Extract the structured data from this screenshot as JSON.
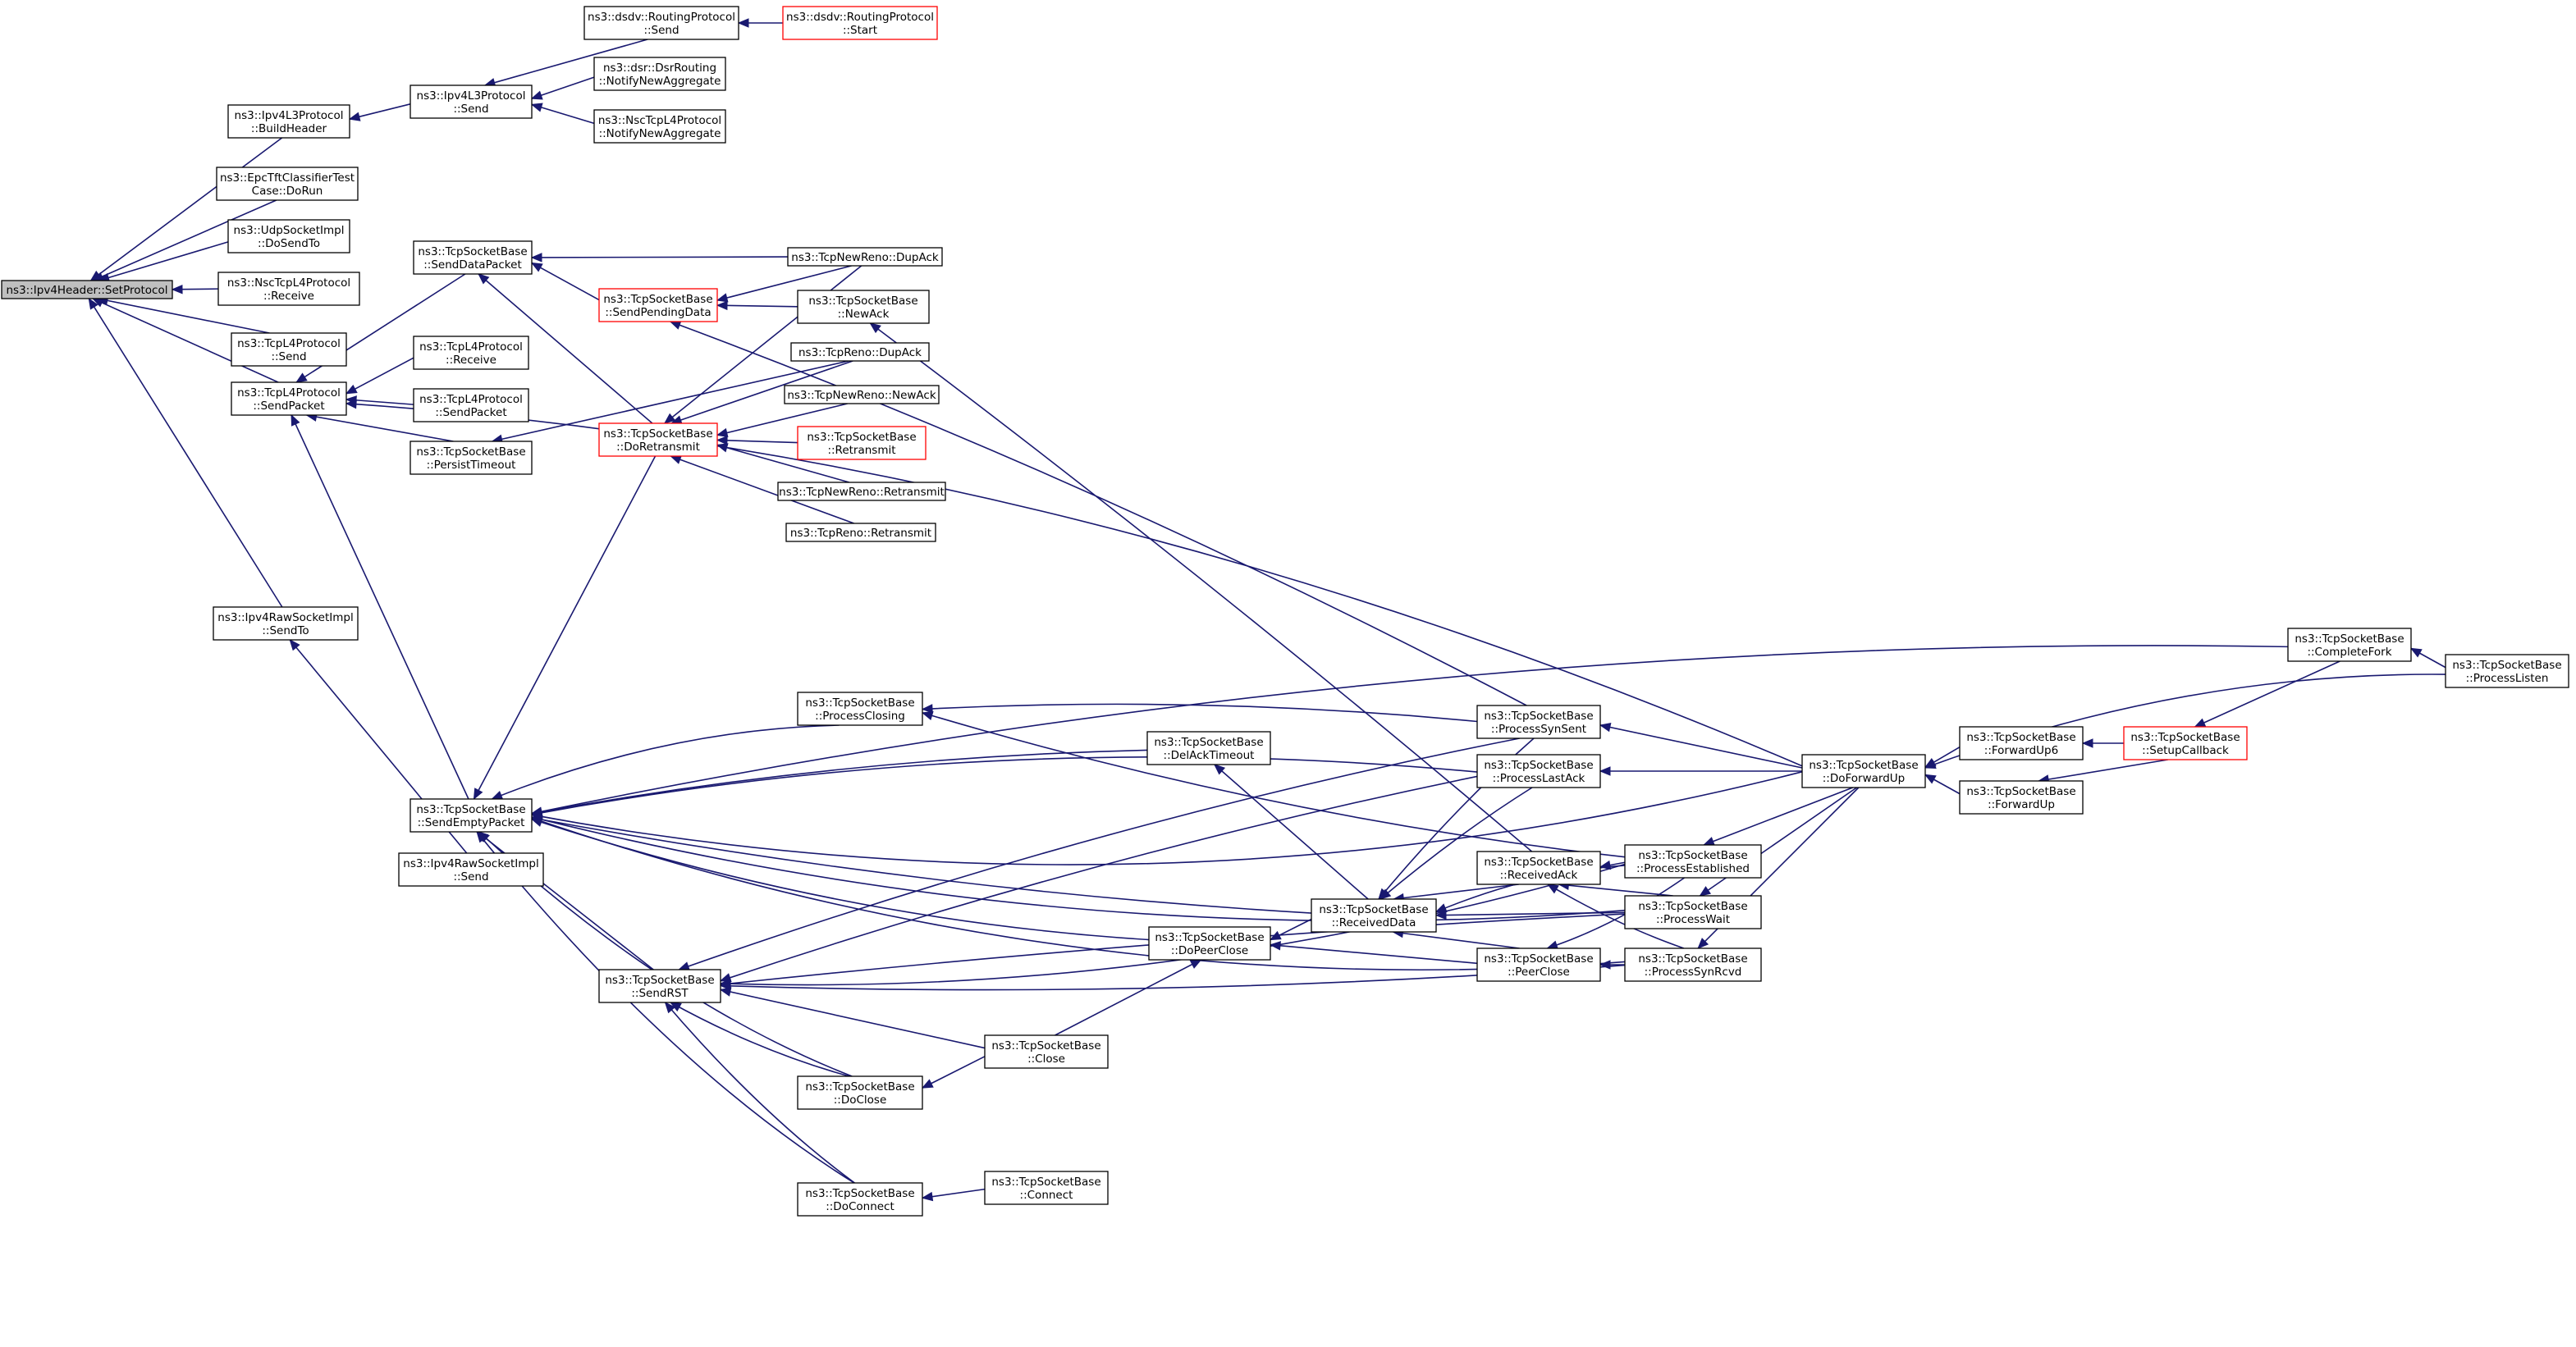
{
  "diagram": {
    "type": "caller-graph",
    "colors": {
      "edge": "#191970",
      "node_border": "#000000",
      "node_border_truncated": "#ff0000",
      "root_fill": "#bfbfbf"
    },
    "nodes": [
      {
        "id": "root",
        "lines": [
          "ns3::Ipv4Header::SetProtocol"
        ],
        "style": "root"
      },
      {
        "id": "buildheader",
        "lines": [
          "ns3::Ipv4L3Protocol",
          "::BuildHeader"
        ]
      },
      {
        "id": "l3send",
        "lines": [
          "ns3::Ipv4L3Protocol",
          "::Send"
        ]
      },
      {
        "id": "dsdvsend",
        "lines": [
          "ns3::dsdv::RoutingProtocol",
          "::Send"
        ]
      },
      {
        "id": "dsdvstart",
        "lines": [
          "ns3::dsdv::RoutingProtocol",
          "::Start"
        ],
        "style": "red"
      },
      {
        "id": "dsrnotify",
        "lines": [
          "ns3::dsr::DsrRouting",
          "::NotifyNewAggregate"
        ]
      },
      {
        "id": "nscnotify",
        "lines": [
          "ns3::NscTcpL4Protocol",
          "::NotifyNewAggregate"
        ]
      },
      {
        "id": "epc",
        "lines": [
          "ns3::EpcTftClassifierTest",
          "Case::DoRun"
        ]
      },
      {
        "id": "udpsend",
        "lines": [
          "ns3::UdpSocketImpl",
          "::DoSendTo"
        ]
      },
      {
        "id": "nscrecv",
        "lines": [
          "ns3::NscTcpL4Protocol",
          "::Receive"
        ]
      },
      {
        "id": "tcpl4send",
        "lines": [
          "ns3::TcpL4Protocol",
          "::Send"
        ]
      },
      {
        "id": "tcpl4sendpacket",
        "lines": [
          "ns3::TcpL4Protocol",
          "::SendPacket"
        ]
      },
      {
        "id": "senddatapacket",
        "lines": [
          "ns3::TcpSocketBase",
          "::SendDataPacket"
        ]
      },
      {
        "id": "tcpl4recv",
        "lines": [
          "ns3::TcpL4Protocol",
          "::Receive"
        ]
      },
      {
        "id": "tcpl4sendpacket2",
        "lines": [
          "ns3::TcpL4Protocol",
          "::SendPacket"
        ]
      },
      {
        "id": "persist",
        "lines": [
          "ns3::TcpSocketBase",
          "::PersistTimeout"
        ]
      },
      {
        "id": "sendpending",
        "lines": [
          "ns3::TcpSocketBase",
          "::SendPendingData"
        ],
        "style": "red"
      },
      {
        "id": "doretransmit",
        "lines": [
          "ns3::TcpSocketBase",
          "::DoRetransmit"
        ],
        "style": "red"
      },
      {
        "id": "newrenodupack",
        "lines": [
          "ns3::TcpNewReno::DupAck"
        ]
      },
      {
        "id": "newack",
        "lines": [
          "ns3::TcpSocketBase",
          "::NewAck"
        ]
      },
      {
        "id": "renodupack",
        "lines": [
          "ns3::TcpReno::DupAck"
        ]
      },
      {
        "id": "newrenonewack",
        "lines": [
          "ns3::TcpNewReno::NewAck"
        ]
      },
      {
        "id": "retransmit",
        "lines": [
          "ns3::TcpSocketBase",
          "::Retransmit"
        ],
        "style": "red"
      },
      {
        "id": "newrenoretx",
        "lines": [
          "ns3::TcpNewReno::Retransmit"
        ]
      },
      {
        "id": "renoretx",
        "lines": [
          "ns3::TcpReno::Retransmit"
        ]
      },
      {
        "id": "rawsendto",
        "lines": [
          "ns3::Ipv4RawSocketImpl",
          "::SendTo"
        ]
      },
      {
        "id": "rawsend",
        "lines": [
          "ns3::Ipv4RawSocketImpl",
          "::Send"
        ]
      },
      {
        "id": "sendempty",
        "lines": [
          "ns3::TcpSocketBase",
          "::SendEmptyPacket"
        ]
      },
      {
        "id": "sendrst",
        "lines": [
          "ns3::TcpSocketBase",
          "::SendRST"
        ]
      },
      {
        "id": "procclosing",
        "lines": [
          "ns3::TcpSocketBase",
          "::ProcessClosing"
        ]
      },
      {
        "id": "delack",
        "lines": [
          "ns3::TcpSocketBase",
          "::DelAckTimeout"
        ]
      },
      {
        "id": "dopeerclose",
        "lines": [
          "ns3::TcpSocketBase",
          "::DoPeerClose"
        ]
      },
      {
        "id": "close",
        "lines": [
          "ns3::TcpSocketBase",
          "::Close"
        ]
      },
      {
        "id": "doclose",
        "lines": [
          "ns3::TcpSocketBase",
          "::DoClose"
        ]
      },
      {
        "id": "doconnect",
        "lines": [
          "ns3::TcpSocketBase",
          "::DoConnect"
        ]
      },
      {
        "id": "connect",
        "lines": [
          "ns3::TcpSocketBase",
          "::Connect"
        ]
      },
      {
        "id": "receiveddata",
        "lines": [
          "ns3::TcpSocketBase",
          "::ReceivedData"
        ]
      },
      {
        "id": "procsynsent",
        "lines": [
          "ns3::TcpSocketBase",
          "::ProcessSynSent"
        ]
      },
      {
        "id": "proclastack",
        "lines": [
          "ns3::TcpSocketBase",
          "::ProcessLastAck"
        ]
      },
      {
        "id": "receivedack",
        "lines": [
          "ns3::TcpSocketBase",
          "::ReceivedAck"
        ]
      },
      {
        "id": "peerclose",
        "lines": [
          "ns3::TcpSocketBase",
          "::PeerClose"
        ]
      },
      {
        "id": "procestab",
        "lines": [
          "ns3::TcpSocketBase",
          "::ProcessEstablished"
        ]
      },
      {
        "id": "procwait",
        "lines": [
          "ns3::TcpSocketBase",
          "::ProcessWait"
        ]
      },
      {
        "id": "procsynrcvd",
        "lines": [
          "ns3::TcpSocketBase",
          "::ProcessSynRcvd"
        ]
      },
      {
        "id": "doforwardup",
        "lines": [
          "ns3::TcpSocketBase",
          "::DoForwardUp"
        ]
      },
      {
        "id": "forwardup6",
        "lines": [
          "ns3::TcpSocketBase",
          "::ForwardUp6"
        ]
      },
      {
        "id": "forwardup",
        "lines": [
          "ns3::TcpSocketBase",
          "::ForwardUp"
        ]
      },
      {
        "id": "setupcallback",
        "lines": [
          "ns3::TcpSocketBase",
          "::SetupCallback"
        ],
        "style": "red"
      },
      {
        "id": "completefork",
        "lines": [
          "ns3::TcpSocketBase",
          "::CompleteFork"
        ]
      },
      {
        "id": "proclisten",
        "lines": [
          "ns3::TcpSocketBase",
          "::ProcessListen"
        ]
      }
    ],
    "edges": [
      [
        "buildheader",
        "root"
      ],
      [
        "epc",
        "root"
      ],
      [
        "udpsend",
        "root"
      ],
      [
        "nscrecv",
        "root"
      ],
      [
        "tcpl4send",
        "root"
      ],
      [
        "tcpl4sendpacket",
        "root"
      ],
      [
        "rawsendto",
        "root"
      ],
      [
        "l3send",
        "buildheader"
      ],
      [
        "dsdvsend",
        "l3send"
      ],
      [
        "dsrnotify",
        "l3send"
      ],
      [
        "nscnotify",
        "l3send"
      ],
      [
        "dsdvstart",
        "dsdvsend"
      ],
      [
        "senddatapacket",
        "tcpl4sendpacket"
      ],
      [
        "tcpl4recv",
        "tcpl4sendpacket"
      ],
      [
        "tcpl4sendpacket2",
        "tcpl4sendpacket"
      ],
      [
        "persist",
        "tcpl4sendpacket"
      ],
      [
        "sendempty",
        "tcpl4sendpacket"
      ],
      [
        "doforwardup",
        "tcpl4sendpacket"
      ],
      [
        "sendpending",
        "senddatapacket"
      ],
      [
        "doretransmit",
        "senddatapacket"
      ],
      [
        "newrenodupack",
        "senddatapacket"
      ],
      [
        "newrenodupack",
        "sendpending"
      ],
      [
        "newack",
        "sendpending"
      ],
      [
        "procsynsent",
        "sendpending"
      ],
      [
        "newrenodupack",
        "doretransmit"
      ],
      [
        "renodupack",
        "doretransmit"
      ],
      [
        "newrenonewack",
        "doretransmit"
      ],
      [
        "retransmit",
        "doretransmit"
      ],
      [
        "newrenoretx",
        "doretransmit"
      ],
      [
        "renoretx",
        "doretransmit"
      ],
      [
        "renodupack",
        "persist"
      ],
      [
        "receivedack",
        "newack"
      ],
      [
        "rawsend",
        "rawsendto"
      ],
      [
        "doretransmit",
        "sendempty"
      ],
      [
        "completefork",
        "sendempty"
      ],
      [
        "proclastack",
        "sendempty"
      ],
      [
        "procclosing",
        "sendempty"
      ],
      [
        "delack",
        "sendempty"
      ],
      [
        "receiveddata",
        "sendempty"
      ],
      [
        "dopeerclose",
        "sendempty"
      ],
      [
        "sendrst",
        "sendempty"
      ],
      [
        "doclose",
        "sendempty"
      ],
      [
        "doconnect",
        "sendempty"
      ],
      [
        "procwait",
        "sendempty"
      ],
      [
        "procsynrcvd",
        "sendempty"
      ],
      [
        "doforwardup",
        "sendempty"
      ],
      [
        "procsynsent",
        "sendrst"
      ],
      [
        "proclastack",
        "sendrst"
      ],
      [
        "procestab",
        "sendrst"
      ],
      [
        "procwait",
        "sendrst"
      ],
      [
        "procsynrcvd",
        "sendrst"
      ],
      [
        "close",
        "sendrst"
      ],
      [
        "doclose",
        "sendrst"
      ],
      [
        "doconnect",
        "sendrst"
      ],
      [
        "procsynsent",
        "procclosing"
      ],
      [
        "procestab",
        "procclosing"
      ],
      [
        "receiveddata",
        "delack"
      ],
      [
        "receiveddata",
        "dopeerclose"
      ],
      [
        "peerclose",
        "dopeerclose"
      ],
      [
        "close",
        "dopeerclose"
      ],
      [
        "close",
        "doclose"
      ],
      [
        "connect",
        "doconnect"
      ],
      [
        "procsynsent",
        "receiveddata"
      ],
      [
        "proclastack",
        "receiveddata"
      ],
      [
        "receivedack",
        "receiveddata"
      ],
      [
        "peerclose",
        "receiveddata"
      ],
      [
        "procestab",
        "receiveddata"
      ],
      [
        "procwait",
        "receiveddata"
      ],
      [
        "procestab",
        "receivedack"
      ],
      [
        "procwait",
        "receivedack"
      ],
      [
        "procsynrcvd",
        "receivedack"
      ],
      [
        "procestab",
        "peerclose"
      ],
      [
        "procsynrcvd",
        "peerclose"
      ],
      [
        "doforwardup",
        "procsynsent"
      ],
      [
        "doforwardup",
        "proclastack"
      ],
      [
        "doforwardup",
        "procestab"
      ],
      [
        "doforwardup",
        "procwait"
      ],
      [
        "doforwardup",
        "procsynrcvd"
      ],
      [
        "forwardup6",
        "doforwardup"
      ],
      [
        "forwardup",
        "doforwardup"
      ],
      [
        "setupcallback",
        "forwardup6"
      ],
      [
        "setupcallback",
        "forwardup"
      ],
      [
        "completefork",
        "setupcallback"
      ],
      [
        "proclisten",
        "completefork"
      ],
      [
        "proclisten",
        "doforwardup"
      ]
    ]
  }
}
